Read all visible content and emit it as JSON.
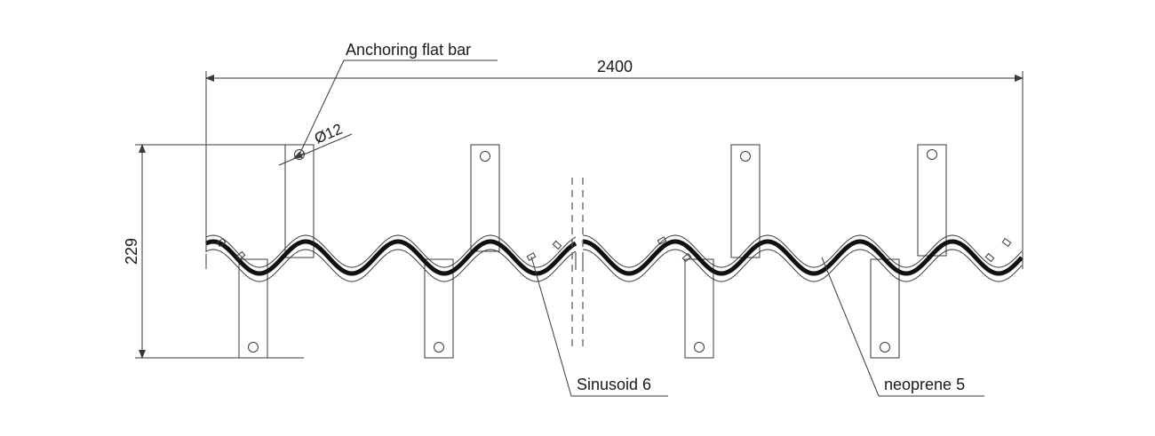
{
  "drawing": {
    "dimension_width": "2400",
    "dimension_height": "229",
    "hole_diameter": "Ø12",
    "callouts": {
      "anchoring_flat_bar": "Anchoring flat bar",
      "sinusoid": "Sinusoid 6",
      "neoprene": "neoprene 5"
    }
  },
  "colors": {
    "line": "#3a3a3a",
    "neoprene": "#111111",
    "background": "#ffffff"
  }
}
